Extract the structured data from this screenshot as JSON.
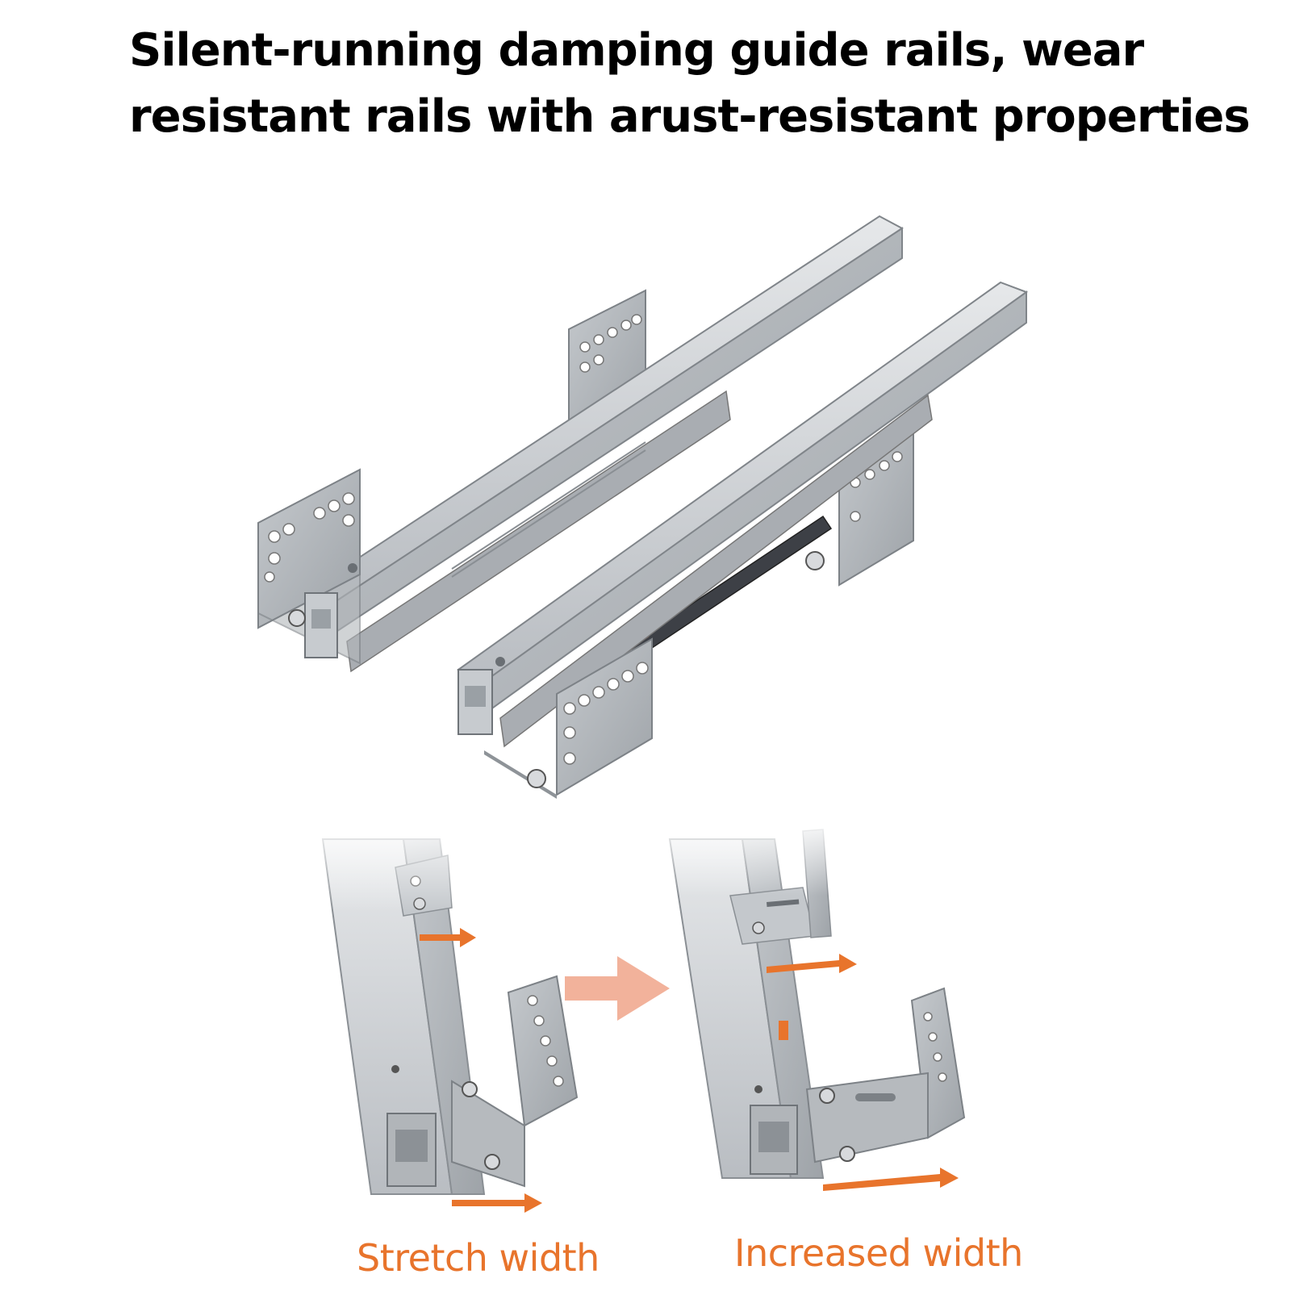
{
  "headline": {
    "line1": "Silent-running damping guide rails, wear",
    "line2": "resistant rails with arust-resistant properties"
  },
  "captions": {
    "left": "Stretch width",
    "right": "Increased width"
  },
  "colors": {
    "accent": "#e8742c",
    "arrow_large": "#f0a58a",
    "steel": "#c9ccd0"
  }
}
